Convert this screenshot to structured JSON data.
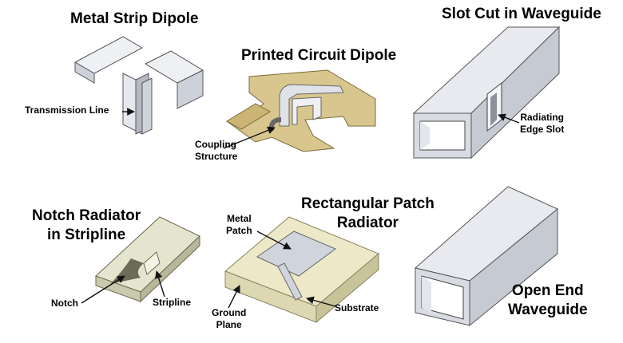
{
  "titles": {
    "metal_strip_dipole": "Metal Strip Dipole",
    "printed_circuit_dipole": "Printed Circuit Dipole",
    "slot_cut_waveguide": "Slot Cut in Waveguide",
    "notch_radiator_line1": "Notch Radiator",
    "notch_radiator_line2": "in Stripline",
    "rect_patch_line1": "Rectangular Patch",
    "rect_patch_line2": "Radiator",
    "open_end_line1": "Open End",
    "open_end_line2": "Waveguide"
  },
  "callouts": {
    "transmission_line": "Transmission Line",
    "coupling_line1": "Coupling",
    "coupling_line2": "Structure",
    "radiating_line1": "Radiating",
    "radiating_line2": "Edge Slot",
    "metal_patch_line1": "Metal",
    "metal_patch_line2": "Patch",
    "notch": "Notch",
    "stripline": "Stripline",
    "ground_line1": "Ground",
    "ground_line2": "Plane",
    "substrate": "Substrate"
  },
  "colors": {
    "metal_light": "#eef0f4",
    "metal_mid": "#cdd1d9",
    "metal_dark": "#a9aeb8",
    "copper_board": "#d9c68e",
    "substrate_top": "#ece8c8",
    "substrate_side": "#ddd8b2",
    "outline": "#333333"
  }
}
